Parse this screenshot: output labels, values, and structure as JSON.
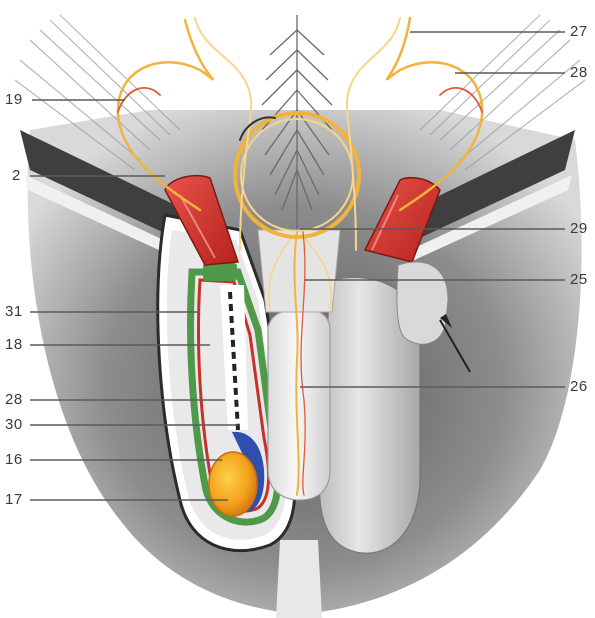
{
  "labels": {
    "n19": "19",
    "n2": "2",
    "n31": "31",
    "n18": "18",
    "n28_left": "28",
    "n30": "30",
    "n16": "16",
    "n17": "17",
    "n27": "27",
    "n28_right": "28",
    "n29": "29",
    "n25": "25",
    "n26": "26"
  },
  "colors": {
    "vessel": "#f2b33c",
    "vessel_light": "#f7d58a",
    "muscle_red": "#d8322a",
    "tunic_green": "#4f9a4a",
    "blue_duct": "#2f4fae",
    "testis_orange": "#f4a21c",
    "shadow_gray": "#6a6a6a",
    "leader_gray": "#5a5a5a"
  }
}
